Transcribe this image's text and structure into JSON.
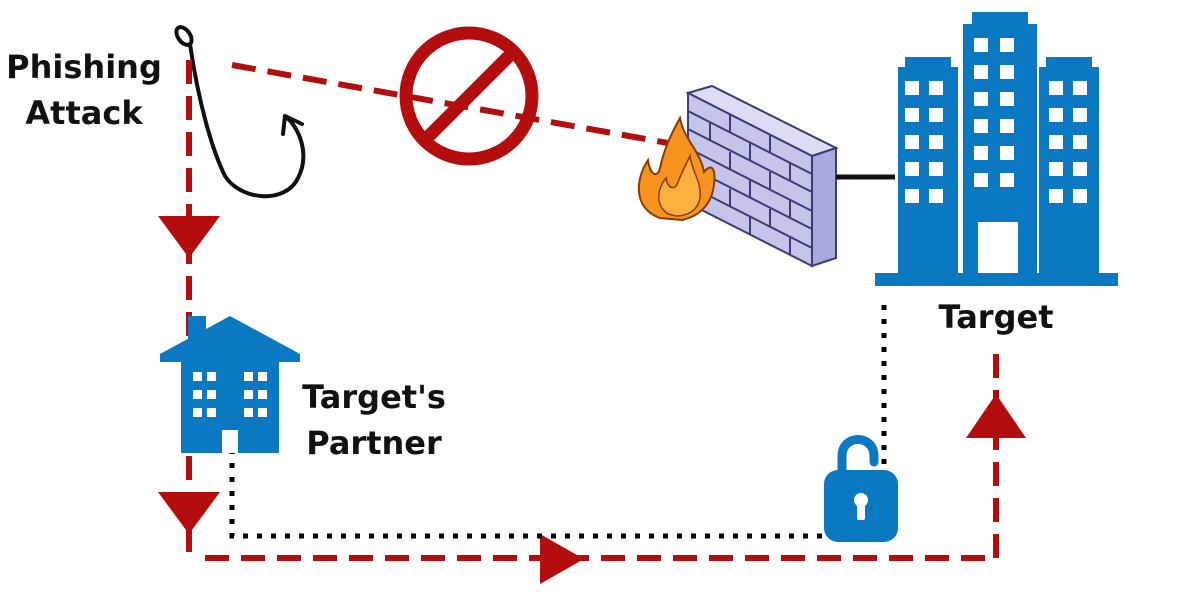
{
  "labels": {
    "phishing_line1": "Phishing",
    "phishing_line2": "Attack",
    "partner_line1": "Target's",
    "partner_line2": "Partner",
    "target": "Target"
  },
  "icons": [
    "fish-hook-icon",
    "prohibited-icon",
    "firewall-icon",
    "fire-icon",
    "house-icon",
    "office-buildings-icon",
    "unlocked-padlock-icon"
  ],
  "colors": {
    "attack_path": "#b30d0d",
    "building_blue": "#0a79c2",
    "firewall": "#c5c5ea",
    "firewall_outline": "#3c3c78",
    "fire_orange": "#f7931e",
    "trust_link": "#000000"
  }
}
